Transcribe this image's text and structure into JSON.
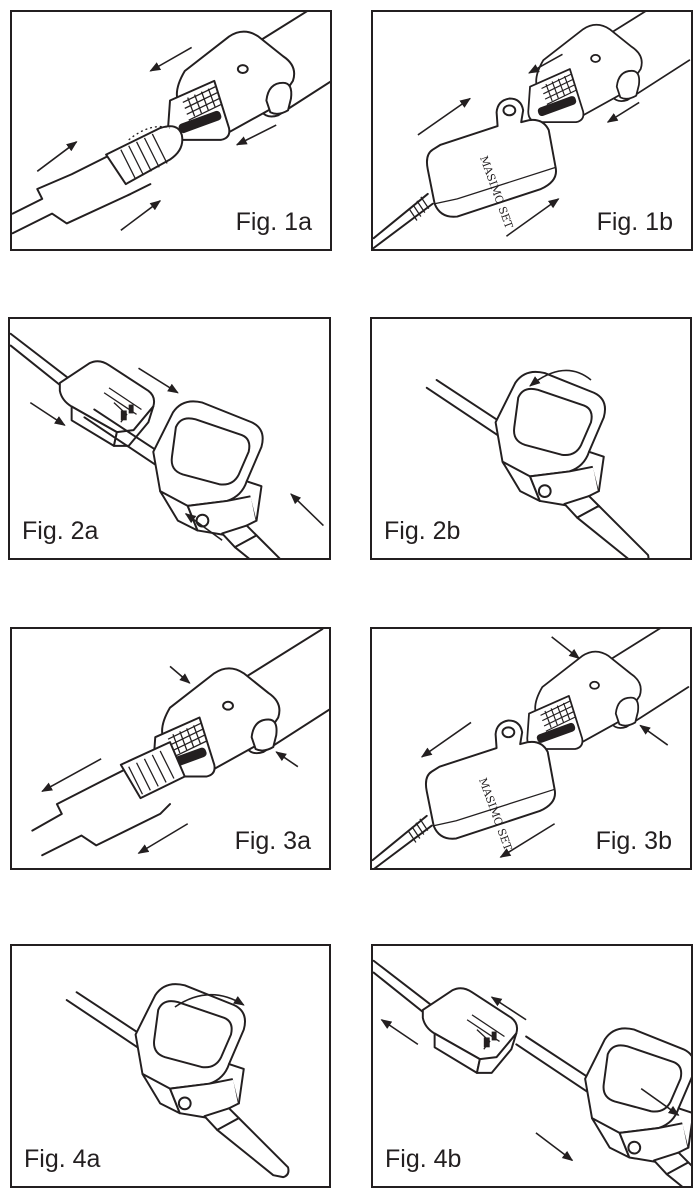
{
  "figures": [
    {
      "id": "1a",
      "label": "Fig. 1a"
    },
    {
      "id": "1b",
      "label": "Fig. 1b",
      "logo_text": "MASIMO SET"
    },
    {
      "id": "2a",
      "label": "Fig. 2a"
    },
    {
      "id": "2b",
      "label": "Fig. 2b"
    },
    {
      "id": "3a",
      "label": "Fig. 3a"
    },
    {
      "id": "3b",
      "label": "Fig. 3b",
      "logo_text": "MASIMO SET"
    },
    {
      "id": "4a",
      "label": "Fig. 4a"
    },
    {
      "id": "4b",
      "label": "Fig. 4b"
    }
  ]
}
